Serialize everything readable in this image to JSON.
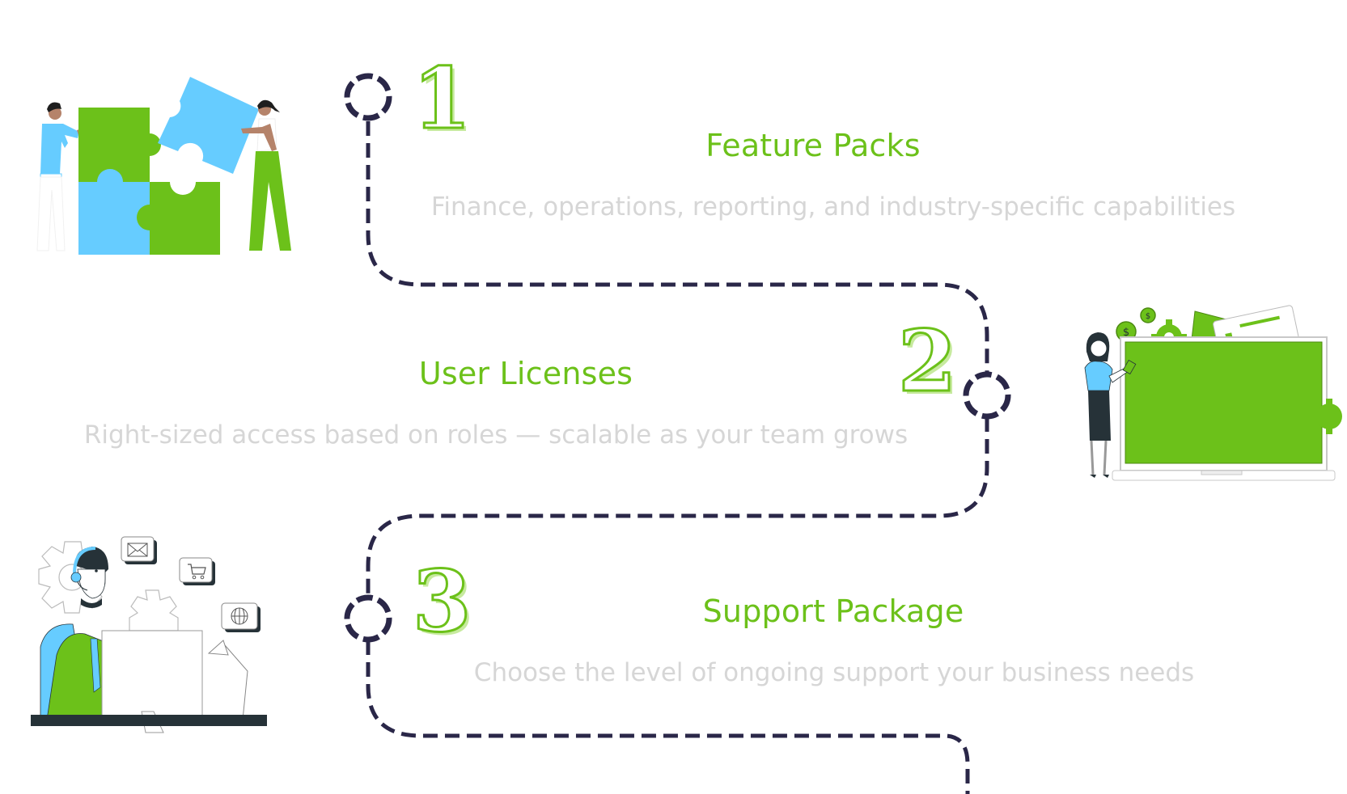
{
  "colors": {
    "accent_green": "#6cc11a",
    "light_blue": "#66ccff",
    "path_navy": "#2a2748",
    "desc_gray": "#d6d6d6",
    "dark_slate": "#263238"
  },
  "steps": [
    {
      "number": "1",
      "title": "Feature Packs",
      "description": "Finance, operations, reporting, and industry-specific capabilities",
      "illustration": "puzzle-team-illustration"
    },
    {
      "number": "2",
      "title": "User Licenses",
      "description": "Right-sized access based on roles — scalable as your team grows",
      "illustration": "licensing-payment-illustration"
    },
    {
      "number": "3",
      "title": "Support Package",
      "description": "Choose the level of ongoing support your business needs",
      "illustration": "customer-support-illustration"
    }
  ]
}
